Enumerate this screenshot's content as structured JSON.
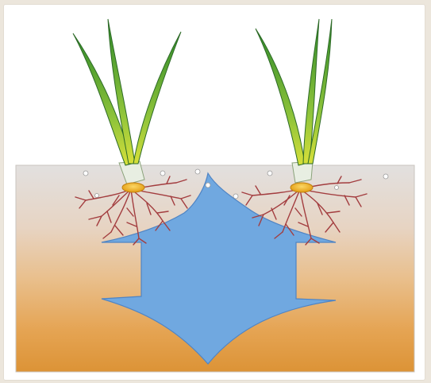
{
  "diagram": {
    "colors": {
      "page_background": "#ece6dc",
      "panel": "#ffffff",
      "soil_top": "#dedcdc",
      "soil_bottom": "#e29a38",
      "arrow_fill": "#6fa7df",
      "arrow_stroke": "#4f84c4",
      "leaf_dark": "#2f8a2a",
      "leaf_light": "#b8d43a",
      "seed": "#f2b21c",
      "roots": "#9b3a3a",
      "bubbles": "#ffffff"
    },
    "plants": [
      {
        "label": "left-seedling"
      },
      {
        "label": "right-seedling"
      }
    ],
    "elements": [
      "seedling-left",
      "seedling-right",
      "root-system-left",
      "root-system-right",
      "soil-profile",
      "water-movement-arrow",
      "air-bubbles"
    ]
  }
}
